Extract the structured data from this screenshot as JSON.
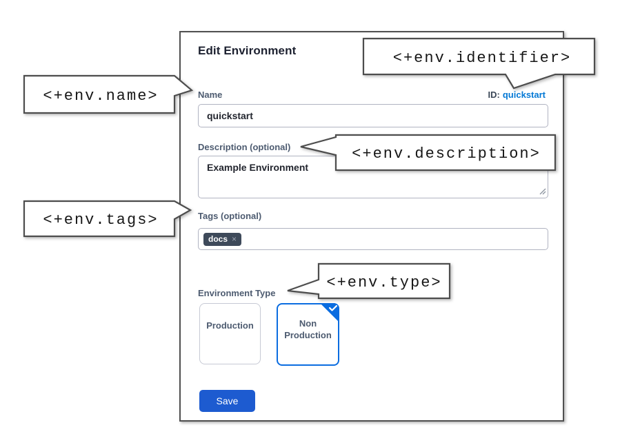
{
  "dialog": {
    "title": "Edit Environment",
    "fields": {
      "name": {
        "label": "Name",
        "value": "quickstart"
      },
      "identifier": {
        "label": "ID:",
        "value": "quickstart"
      },
      "description": {
        "label": "Description (optional)",
        "value": "Example Environment"
      },
      "tags": {
        "label": "Tags (optional)",
        "chips": [
          {
            "text": "docs",
            "remove_icon": "×"
          }
        ]
      },
      "type": {
        "label": "Environment Type",
        "options": [
          {
            "label": "Production",
            "selected": false
          },
          {
            "label": "Non Production",
            "selected": true
          }
        ]
      }
    },
    "save_button": "Save"
  },
  "callouts": {
    "name": "<+env.name>",
    "identifier": "<+env.identifier>",
    "description": "<+env.description>",
    "tags": "<+env.tags>",
    "type": "<+env.type>"
  },
  "colors": {
    "link_blue": "#0278d5",
    "selected_blue": "#0a6ce0",
    "save_blue": "#1d5bd0",
    "chip_bg": "#3e4a5a",
    "label_slate": "#4d5b70",
    "callout_border": "#4d4d4d"
  }
}
